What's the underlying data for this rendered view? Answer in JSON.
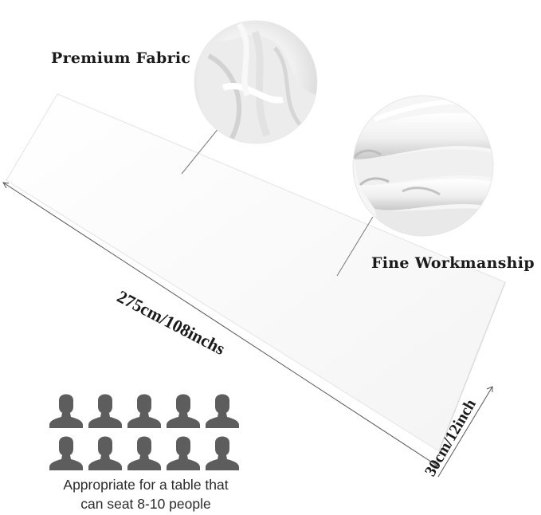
{
  "callouts": {
    "fabric_label": "Premium Fabric",
    "workmanship_label": "Fine Workmanship"
  },
  "dimensions": {
    "length": "275cm/108inchs",
    "width": "30cm/12inch"
  },
  "capacity": {
    "line1": "Appropriate for a table that",
    "line2": "can seat 8-10 people",
    "people_icons": 10
  },
  "colors": {
    "runner": "#fbfbfb",
    "runner_edge": "#e6e6e6",
    "people": "#5d5d5d",
    "text": "#1a1a1a"
  }
}
